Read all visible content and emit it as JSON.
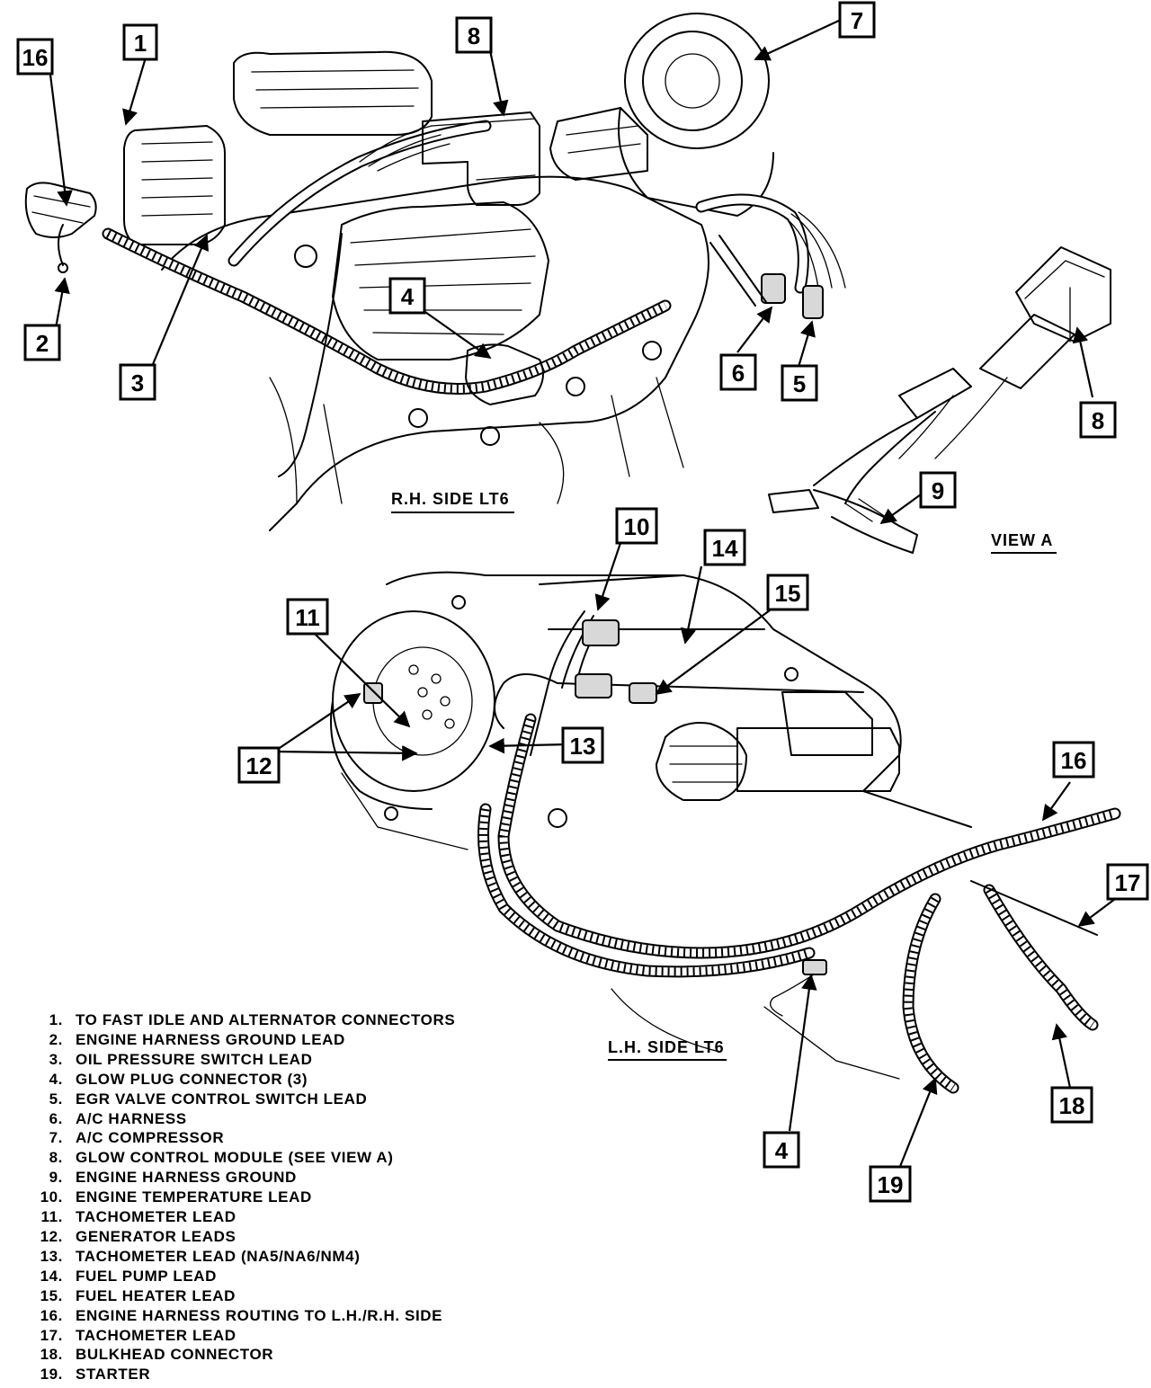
{
  "views": {
    "rh": "R.H. SIDE LT6",
    "view_a": "VIEW A",
    "lh": "L.H. SIDE LT6"
  },
  "callouts": {
    "c16_top": "16",
    "c1": "1",
    "c8_top": "8",
    "c7": "7",
    "c2": "2",
    "c3": "3",
    "c4_top": "4",
    "c6": "6",
    "c5": "5",
    "c8_view": "8",
    "c9": "9",
    "c10": "10",
    "c14": "14",
    "c15": "15",
    "c11": "11",
    "c12": "12",
    "c13": "13",
    "c16_bottom": "16",
    "c17": "17",
    "c18": "18",
    "c4_bottom": "4",
    "c19": "19"
  },
  "legend": [
    {
      "num": "1.",
      "text": "TO FAST IDLE AND ALTERNATOR CONNECTORS"
    },
    {
      "num": "2.",
      "text": "ENGINE HARNESS GROUND LEAD"
    },
    {
      "num": "3.",
      "text": "OIL PRESSURE SWITCH LEAD"
    },
    {
      "num": "4.",
      "text": "GLOW PLUG CONNECTOR (3)"
    },
    {
      "num": "5.",
      "text": "EGR VALVE CONTROL SWITCH LEAD"
    },
    {
      "num": "6.",
      "text": "A/C HARNESS"
    },
    {
      "num": "7.",
      "text": "A/C COMPRESSOR"
    },
    {
      "num": "8.",
      "text": "GLOW CONTROL MODULE (SEE VIEW A)"
    },
    {
      "num": "9.",
      "text": "ENGINE HARNESS GROUND"
    },
    {
      "num": "10.",
      "text": "ENGINE TEMPERATURE LEAD"
    },
    {
      "num": "11.",
      "text": "TACHOMETER LEAD"
    },
    {
      "num": "12.",
      "text": "GENERATOR LEADS"
    },
    {
      "num": "13.",
      "text": "TACHOMETER LEAD (NA5/NA6/NM4)"
    },
    {
      "num": "14.",
      "text": "FUEL PUMP LEAD"
    },
    {
      "num": "15.",
      "text": "FUEL HEATER LEAD"
    },
    {
      "num": "16.",
      "text": "ENGINE HARNESS ROUTING TO L.H./R.H. SIDE"
    },
    {
      "num": "17.",
      "text": "TACHOMETER LEAD"
    },
    {
      "num": "18.",
      "text": "BULKHEAD CONNECTOR"
    },
    {
      "num": "19.",
      "text": "STARTER"
    }
  ]
}
